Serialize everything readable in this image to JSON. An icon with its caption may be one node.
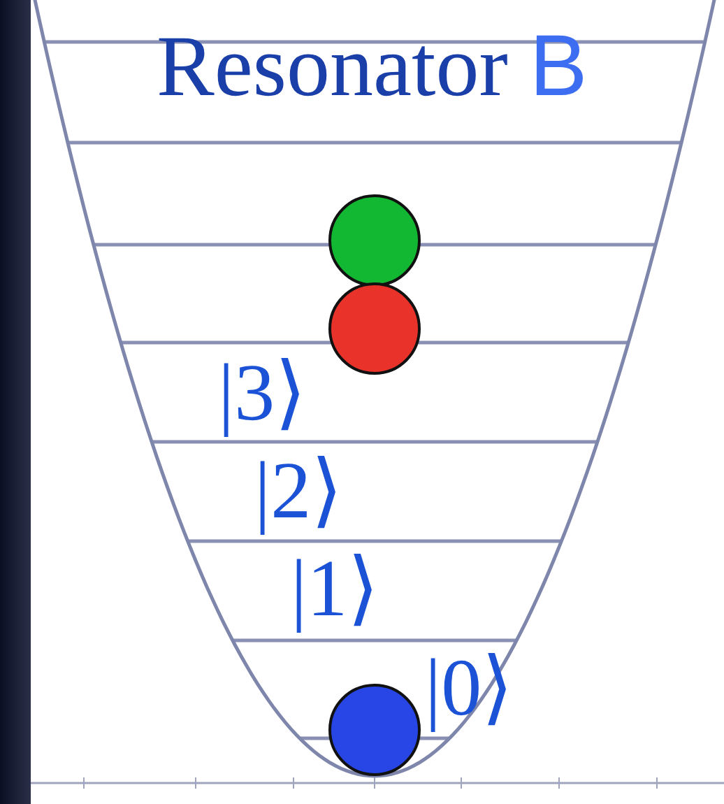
{
  "diagram": {
    "title": "Resonator B",
    "nodes": [
      {
        "text": [],
        "shape": "circle"
      },
      {
        "text": [],
        "shape": "circle"
      },
      {
        "text": [],
        "shape": "circle"
      }
    ],
    "labels": [
      "|3⟩",
      "|2⟩",
      "|1⟩",
      "|0⟩"
    ]
  }
}
